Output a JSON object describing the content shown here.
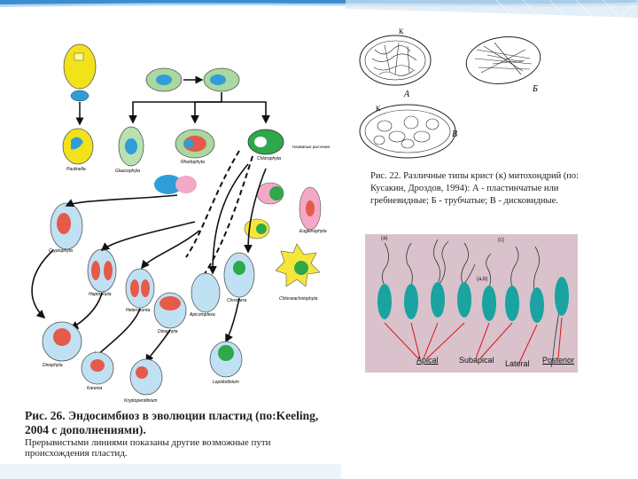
{
  "figure26": {
    "caption_title": "Рис. 26.  Эндосимбиоз в эволюции пластид (по:Keeling, 2004 с дополнениями).",
    "caption_note": "Прерывистыми линиями показаны другие возможные пути происхождения пластид.",
    "labels": {
      "paulinella": "Paulinella",
      "glaucophyta": "Glaucophyta",
      "rhodophyta": "Rhodophyta",
      "chlorophyta": "Chlorophyta",
      "green_plants": "Наземные растения",
      "cryptophyta": "Cryptophyta",
      "haptophyta": "Haptophyta",
      "heterokonta": "Heterokonta",
      "apicomplexa": "Apicomplexa",
      "chromera": "Chromera",
      "euglenophyta": "Euglenophyta",
      "chlorarachniophyta": "Chlorarachniophyta",
      "dinophyta": "Dinophyta",
      "dinophyta2": "Dinophyta",
      "karenia": "Karenia",
      "kryptoperidinium": "Kryptoperidinium",
      "lepidodinium": "Lepidodinium"
    }
  },
  "figure22": {
    "caption": "Рис. 22. Различные типы крист (к) митохондрий (по: Кусакин, Дроздов, 1994): А - пластинчатые или гребневидные; Б - трубчатые; В - дисковидные.",
    "label_a": "А",
    "label_b": "Б",
    "label_v": "В",
    "label_k1": "К",
    "label_k2": "К"
  },
  "flagella_figure": {
    "labels": [
      "Apical",
      "Subapical",
      "Lateral",
      "Posterior"
    ],
    "numbers": [
      "(a)",
      "(a,b)",
      "(c)"
    ]
  },
  "colors": {
    "header_blue": "#3a8dcf",
    "cell_teal": "#1aa3a0",
    "panel_pink": "#d9c2cc",
    "red_lines": "#d11"
  }
}
